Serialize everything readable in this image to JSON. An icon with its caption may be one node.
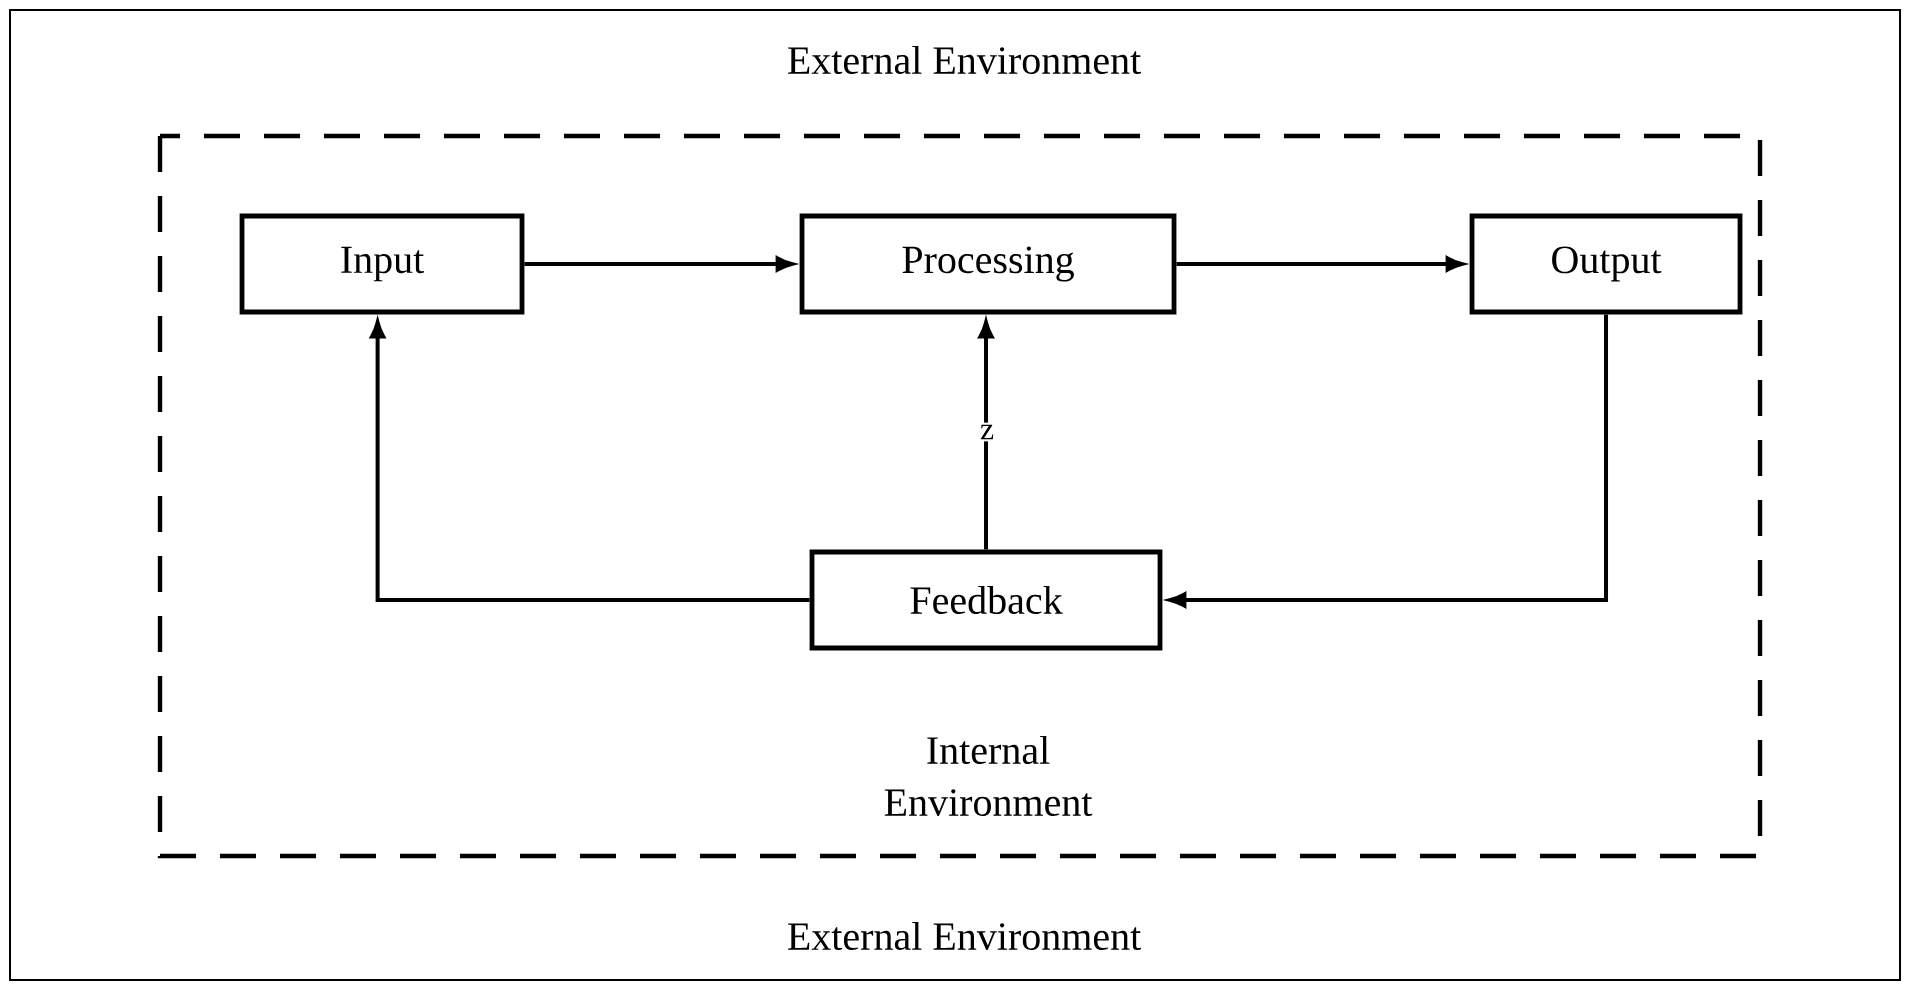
{
  "diagram": {
    "nodes": [
      {
        "text": [
          "External Environment",
          "External Environment"
        ]
      },
      {
        "text": [
          "Internal Environment"
        ],
        "in": 0
      },
      {
        "text": [
          "Input"
        ],
        "in": 1
      },
      {
        "text": [
          "Processing"
        ],
        "in": 1
      },
      {
        "text": [
          "Output"
        ],
        "in": 1
      },
      {
        "text": [
          "Feedback"
        ],
        "in": 1
      }
    ],
    "edges": [
      {
        "from": 2,
        "to": 3,
        "arrow": "to"
      },
      {
        "from": 3,
        "to": 4,
        "arrow": "to"
      },
      {
        "from": 4,
        "to": 5,
        "arrow": "to"
      },
      {
        "from": 5,
        "to": 2,
        "arrow": "to"
      },
      {
        "from": 5,
        "to": 3,
        "arrow": "to",
        "label": "z"
      }
    ]
  }
}
